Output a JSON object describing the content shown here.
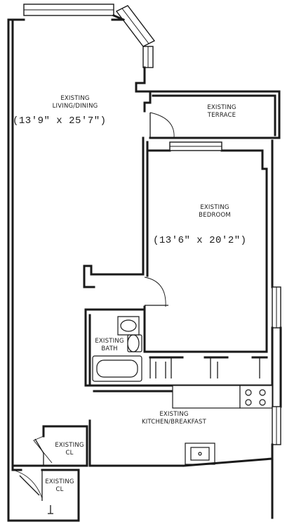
{
  "rooms": {
    "living": {
      "name_line1": "EXISTING",
      "name_line2": "LIVING/DINING",
      "dimensions": "(13'9\" x 25'7\")"
    },
    "terrace": {
      "name_line1": "EXISTING",
      "name_line2": "TERRACE"
    },
    "bedroom": {
      "name_line1": "EXISTING",
      "name_line2": "BEDROOM",
      "dimensions": "(13'6\" x 20'2\")"
    },
    "bath": {
      "name_line1": "EXISTING",
      "name_line2": "BATH"
    },
    "kitchen": {
      "name_line1": "EXISTING",
      "name_line2": "KITCHEN/BREAKFAST"
    },
    "closet_upper": {
      "name_line1": "EXISTING",
      "name_line2": "CL"
    },
    "closet_lower": {
      "name_line1": "EXISTING",
      "name_line2": "CL"
    }
  }
}
